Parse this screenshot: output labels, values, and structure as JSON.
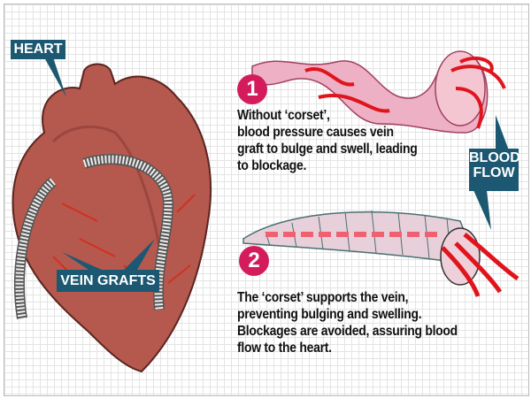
{
  "labels": {
    "heart": "HEART",
    "vein_grafts": "VEIN GRAFTS",
    "blood_flow_1": "BLOOD",
    "blood_flow_2": "FLOW"
  },
  "steps": [
    {
      "number": "1",
      "lines": [
        "Without ‘corset’,",
        "blood pressure causes vein",
        "graft to bulge and swell, leading",
        "to blockage."
      ]
    },
    {
      "number": "2",
      "lines": [
        "The ‘corset’ supports the vein,",
        "preventing bulging and swelling.",
        "Blockages are avoided, assuring blood",
        "flow to the heart."
      ]
    }
  ],
  "colors": {
    "label_bg": "#1d5872",
    "number_bg": "#d41c5c",
    "heart": "#b5584e",
    "arrow": "#e0141c",
    "vein": "#eeaabb"
  }
}
